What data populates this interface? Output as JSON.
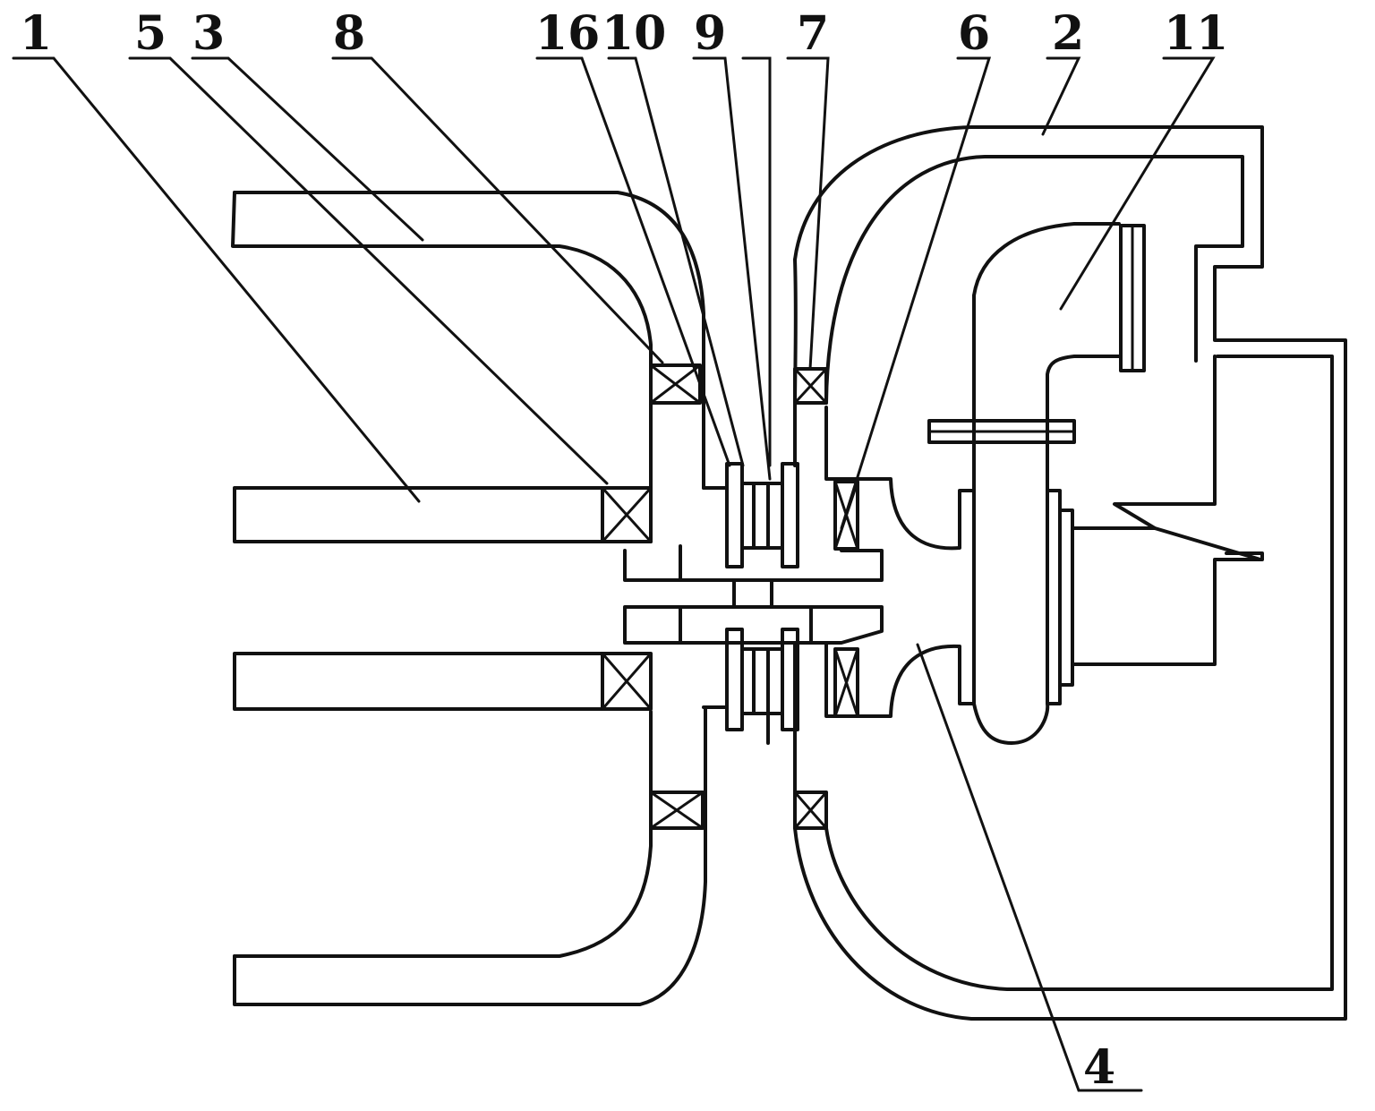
{
  "labels": {
    "l1": "1",
    "l5": "5",
    "l3": "3",
    "l8": "8",
    "l16": "16",
    "l10": "10",
    "l9": "9",
    "l7": "7",
    "l6": "6",
    "l2": "2",
    "l11": "11",
    "l4": "4"
  },
  "colors": {
    "line": "#111111",
    "background": "#ffffff"
  }
}
